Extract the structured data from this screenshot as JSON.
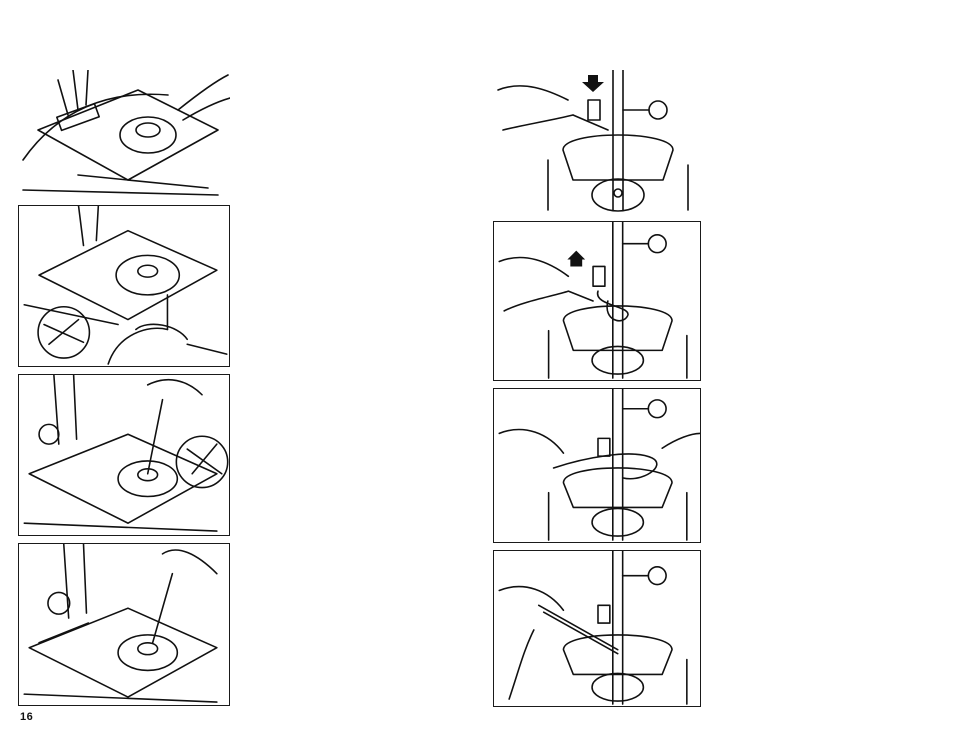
{
  "page": {
    "number": "16"
  },
  "left_panels": [
    {
      "name": "bobbin-insertion"
    },
    {
      "name": "thread-into-notch"
    },
    {
      "name": "draw-thread-under-spring"
    },
    {
      "name": "pull-thread-out"
    }
  ],
  "right_panels": [
    {
      "name": "lower-needle",
      "arrow": "down"
    },
    {
      "name": "raise-needle",
      "arrow": "up"
    },
    {
      "name": "loop-bobbin-thread"
    },
    {
      "name": "pull-threads-back"
    }
  ],
  "colors": {
    "ink": "#111111",
    "paper": "#ffffff"
  }
}
